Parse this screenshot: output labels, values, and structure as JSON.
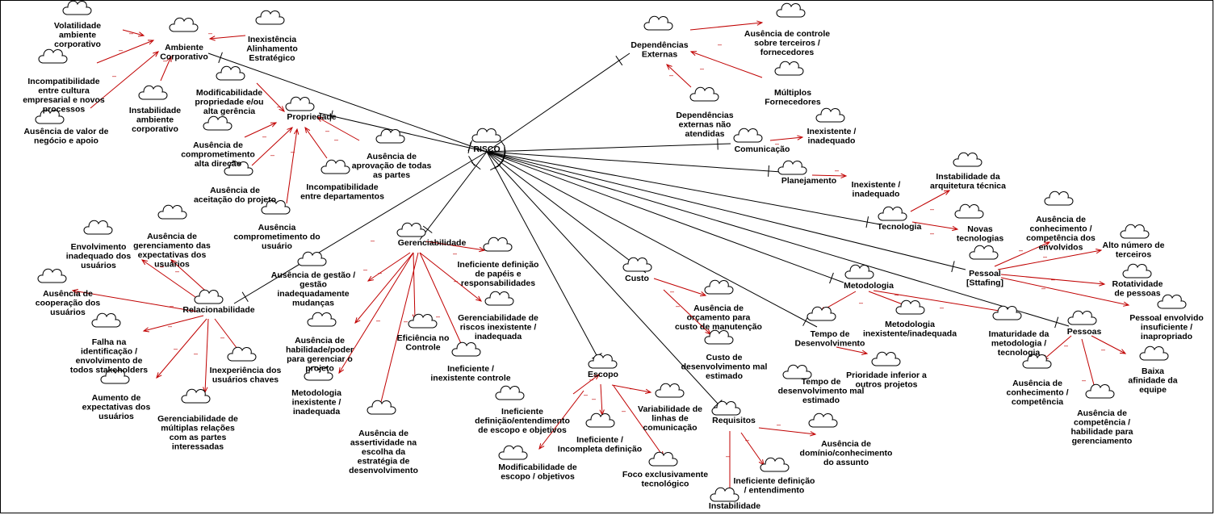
{
  "colors": {
    "edge_influence": "#c00000",
    "edge_main": "#000000",
    "background": "#ffffff"
  },
  "edge_sign": "–",
  "nodes": [
    {
      "id": "risco",
      "lines": [
        "RISCO"
      ]
    },
    {
      "id": "ambiente",
      "lines": [
        "Ambiente",
        "Corporativo"
      ]
    },
    {
      "id": "volatilidade",
      "lines": [
        "Volatilidade",
        "ambiente",
        "corporativo"
      ]
    },
    {
      "id": "incompat_cultura",
      "lines": [
        "Incompatibilidade",
        "entre cultura",
        "empresarial e novos",
        "processos"
      ]
    },
    {
      "id": "ausencia_valor",
      "lines": [
        "Ausência de valor de",
        "negócio e apoio"
      ]
    },
    {
      "id": "instab_ambiente",
      "lines": [
        "Instabilidade",
        "ambiente",
        "corporativo"
      ]
    },
    {
      "id": "inexist_alinh",
      "lines": [
        "Inexistência",
        "Alinhamento",
        "Estratégico"
      ]
    },
    {
      "id": "propriedade",
      "lines": [
        "Propriedade"
      ]
    },
    {
      "id": "modificabilidade_prop",
      "lines": [
        "Modificabilidade",
        "propriedade e/ou",
        "alta gerência"
      ]
    },
    {
      "id": "ausencia_compr_alta",
      "lines": [
        "Ausência de",
        "comprometimento",
        "alta direção"
      ]
    },
    {
      "id": "ausencia_aceit",
      "lines": [
        "Ausência de",
        "aceitação do projeto"
      ]
    },
    {
      "id": "ausencia_aprov",
      "lines": [
        "Ausência de",
        "aprovação de todas",
        "as partes"
      ]
    },
    {
      "id": "incompat_dept",
      "lines": [
        "Incompatibilidade",
        "entre departamentos"
      ]
    },
    {
      "id": "ausencia_compr_usuario",
      "lines": [
        "Ausência",
        "comprometimento do",
        "usuário"
      ]
    },
    {
      "id": "dependencias",
      "lines": [
        "Dependências",
        "Externas"
      ]
    },
    {
      "id": "ausencia_controle",
      "lines": [
        "Ausência de controle",
        "sobre terceiros /",
        "fornecedores"
      ]
    },
    {
      "id": "multiplos_forn",
      "lines": [
        "Múltiplos",
        "Fornecedores"
      ]
    },
    {
      "id": "dep_nao_atend",
      "lines": [
        "Dependências",
        "externas não",
        "atendidas"
      ]
    },
    {
      "id": "comunicacao",
      "lines": [
        "Comunicação"
      ]
    },
    {
      "id": "inexist_com",
      "lines": [
        "Inexistente /",
        "inadequado"
      ]
    },
    {
      "id": "planejamento",
      "lines": [
        "Planejamento"
      ]
    },
    {
      "id": "inexist_plan",
      "lines": [
        "Inexistente /",
        "inadequado"
      ]
    },
    {
      "id": "tecnologia",
      "lines": [
        "Tecnologia"
      ]
    },
    {
      "id": "instab_arq",
      "lines": [
        "Instabilidade da",
        "arquitetura técnica"
      ]
    },
    {
      "id": "novas_tec",
      "lines": [
        "Novas",
        "tecnologias"
      ]
    },
    {
      "id": "pessoal",
      "lines": [
        "Pessoal",
        "[Sttafing]"
      ]
    },
    {
      "id": "ausencia_conhec_envolv",
      "lines": [
        "Ausência de",
        "conhecimento /",
        "competência dos",
        "envolvidos"
      ]
    },
    {
      "id": "alto_terceiros",
      "lines": [
        "Alto número de",
        "terceiros"
      ]
    },
    {
      "id": "rotatividade",
      "lines": [
        "Rotatividade",
        "de pessoas"
      ]
    },
    {
      "id": "pessoal_envolv",
      "lines": [
        "Pessoal envolvido",
        "insuficiente /",
        "inapropriado"
      ]
    },
    {
      "id": "pessoas",
      "lines": [
        "Pessoas"
      ]
    },
    {
      "id": "ausencia_conhec_comp",
      "lines": [
        "Ausência de",
        "conhecimento /",
        "competência"
      ]
    },
    {
      "id": "ausencia_comp_hab",
      "lines": [
        "Ausência de",
        "competência /",
        "habilidade para",
        "gerenciamento"
      ]
    },
    {
      "id": "baixa_afinidade",
      "lines": [
        "Baixa",
        "afinidade da",
        "equipe"
      ]
    },
    {
      "id": "metodologia",
      "lines": [
        "Metodologia"
      ]
    },
    {
      "id": "metod_inexist_m",
      "lines": [
        "Metodologia",
        "inexistente/inadequada"
      ]
    },
    {
      "id": "imaturidade",
      "lines": [
        "Imaturidade da",
        "metodologia /",
        "tecnologia"
      ]
    },
    {
      "id": "tempo",
      "lines": [
        "Tempo de",
        "Desenvolvimento"
      ]
    },
    {
      "id": "tempo_mal",
      "lines": [
        "Tempo de",
        "desenvolvimento mal",
        "estimado"
      ]
    },
    {
      "id": "prioridade",
      "lines": [
        "Prioridade inferior a",
        "outros projetos"
      ]
    },
    {
      "id": "custo",
      "lines": [
        "Custo"
      ]
    },
    {
      "id": "ausencia_orc",
      "lines": [
        "Ausência de",
        "orçamento para",
        "custo de manutenção"
      ]
    },
    {
      "id": "custo_mal",
      "lines": [
        "Custo de",
        "desenvolvimento mal",
        "estimado"
      ]
    },
    {
      "id": "relacionabilidade",
      "lines": [
        "Relacionabilidade"
      ]
    },
    {
      "id": "envolv_inadeq",
      "lines": [
        "Envolvimento",
        "inadequado dos",
        "usuários"
      ]
    },
    {
      "id": "ausencia_ger_expect",
      "lines": [
        "Ausência de",
        "gerenciamento das",
        "expectativas dos",
        "usuários"
      ]
    },
    {
      "id": "ausencia_coop",
      "lines": [
        "Ausência de",
        "cooperação dos",
        "usuários"
      ]
    },
    {
      "id": "falha_ident",
      "lines": [
        "Falha na",
        "identificação /",
        "envolvimento de",
        "todos stakeholders"
      ]
    },
    {
      "id": "aumento_expect",
      "lines": [
        "Aumento de",
        "expectativas dos",
        "usuários"
      ]
    },
    {
      "id": "gerenc_multiplas",
      "lines": [
        "Gerenciabilidade de",
        "múltiplas relações",
        "com as partes",
        "interessadas"
      ]
    },
    {
      "id": "inexperiencia",
      "lines": [
        "Inexperiência dos",
        "usuários chaves"
      ]
    },
    {
      "id": "gerenciabilidade",
      "lines": [
        "Gerenciabilidade"
      ]
    },
    {
      "id": "ausencia_gestao",
      "lines": [
        "Ausência de gestão /",
        "gestão",
        "inadequadamente",
        "mudanças"
      ]
    },
    {
      "id": "ausencia_hab",
      "lines": [
        "Ausência de",
        "habilidade/poder",
        "para gerenciar o",
        "projeto"
      ]
    },
    {
      "id": "metod_inexist_g",
      "lines": [
        "Metodologia",
        "inexistente /",
        "inadequada"
      ]
    },
    {
      "id": "ausencia_assert",
      "lines": [
        "Ausência de",
        "assertividade na",
        "escolha da",
        "estratégia de",
        "desenvolvimento"
      ]
    },
    {
      "id": "eficiencia",
      "lines": [
        "Eficiência no",
        "Controle"
      ]
    },
    {
      "id": "inef_controle",
      "lines": [
        "Ineficiente /",
        "inexistente controle"
      ]
    },
    {
      "id": "ger_riscos",
      "lines": [
        "Gerenciabilidade de",
        "riscos  inexistente /",
        "inadequada"
      ]
    },
    {
      "id": "inef_papeis",
      "lines": [
        "Ineficiente definição",
        "de papéis e",
        "responsabilidades"
      ]
    },
    {
      "id": "escopo",
      "lines": [
        "Escopo"
      ]
    },
    {
      "id": "inef_escopo",
      "lines": [
        "Ineficiente",
        "definição/entendimento",
        "de escopo e objetivos"
      ]
    },
    {
      "id": "inef_incompleta",
      "lines": [
        "Ineficiente /",
        "Incompleta definição"
      ]
    },
    {
      "id": "modif_escopo",
      "lines": [
        "Modificabilidade de",
        "escopo / objetivos"
      ]
    },
    {
      "id": "variab_linhas",
      "lines": [
        "Variabilidade de",
        "linhas de",
        "comunicação"
      ]
    },
    {
      "id": "foco_tec",
      "lines": [
        "Foco exclusivamente",
        "tecnológico"
      ]
    },
    {
      "id": "requisitos",
      "lines": [
        "Requisitos"
      ]
    },
    {
      "id": "ausencia_dominio",
      "lines": [
        "Ausência de",
        "domínio/conhecimento",
        "do assunto"
      ]
    },
    {
      "id": "inef_def_entend",
      "lines": [
        "Ineficiente definição",
        "/ entendimento"
      ]
    },
    {
      "id": "instabilidade_req",
      "lines": [
        "Instabilidade"
      ]
    }
  ]
}
